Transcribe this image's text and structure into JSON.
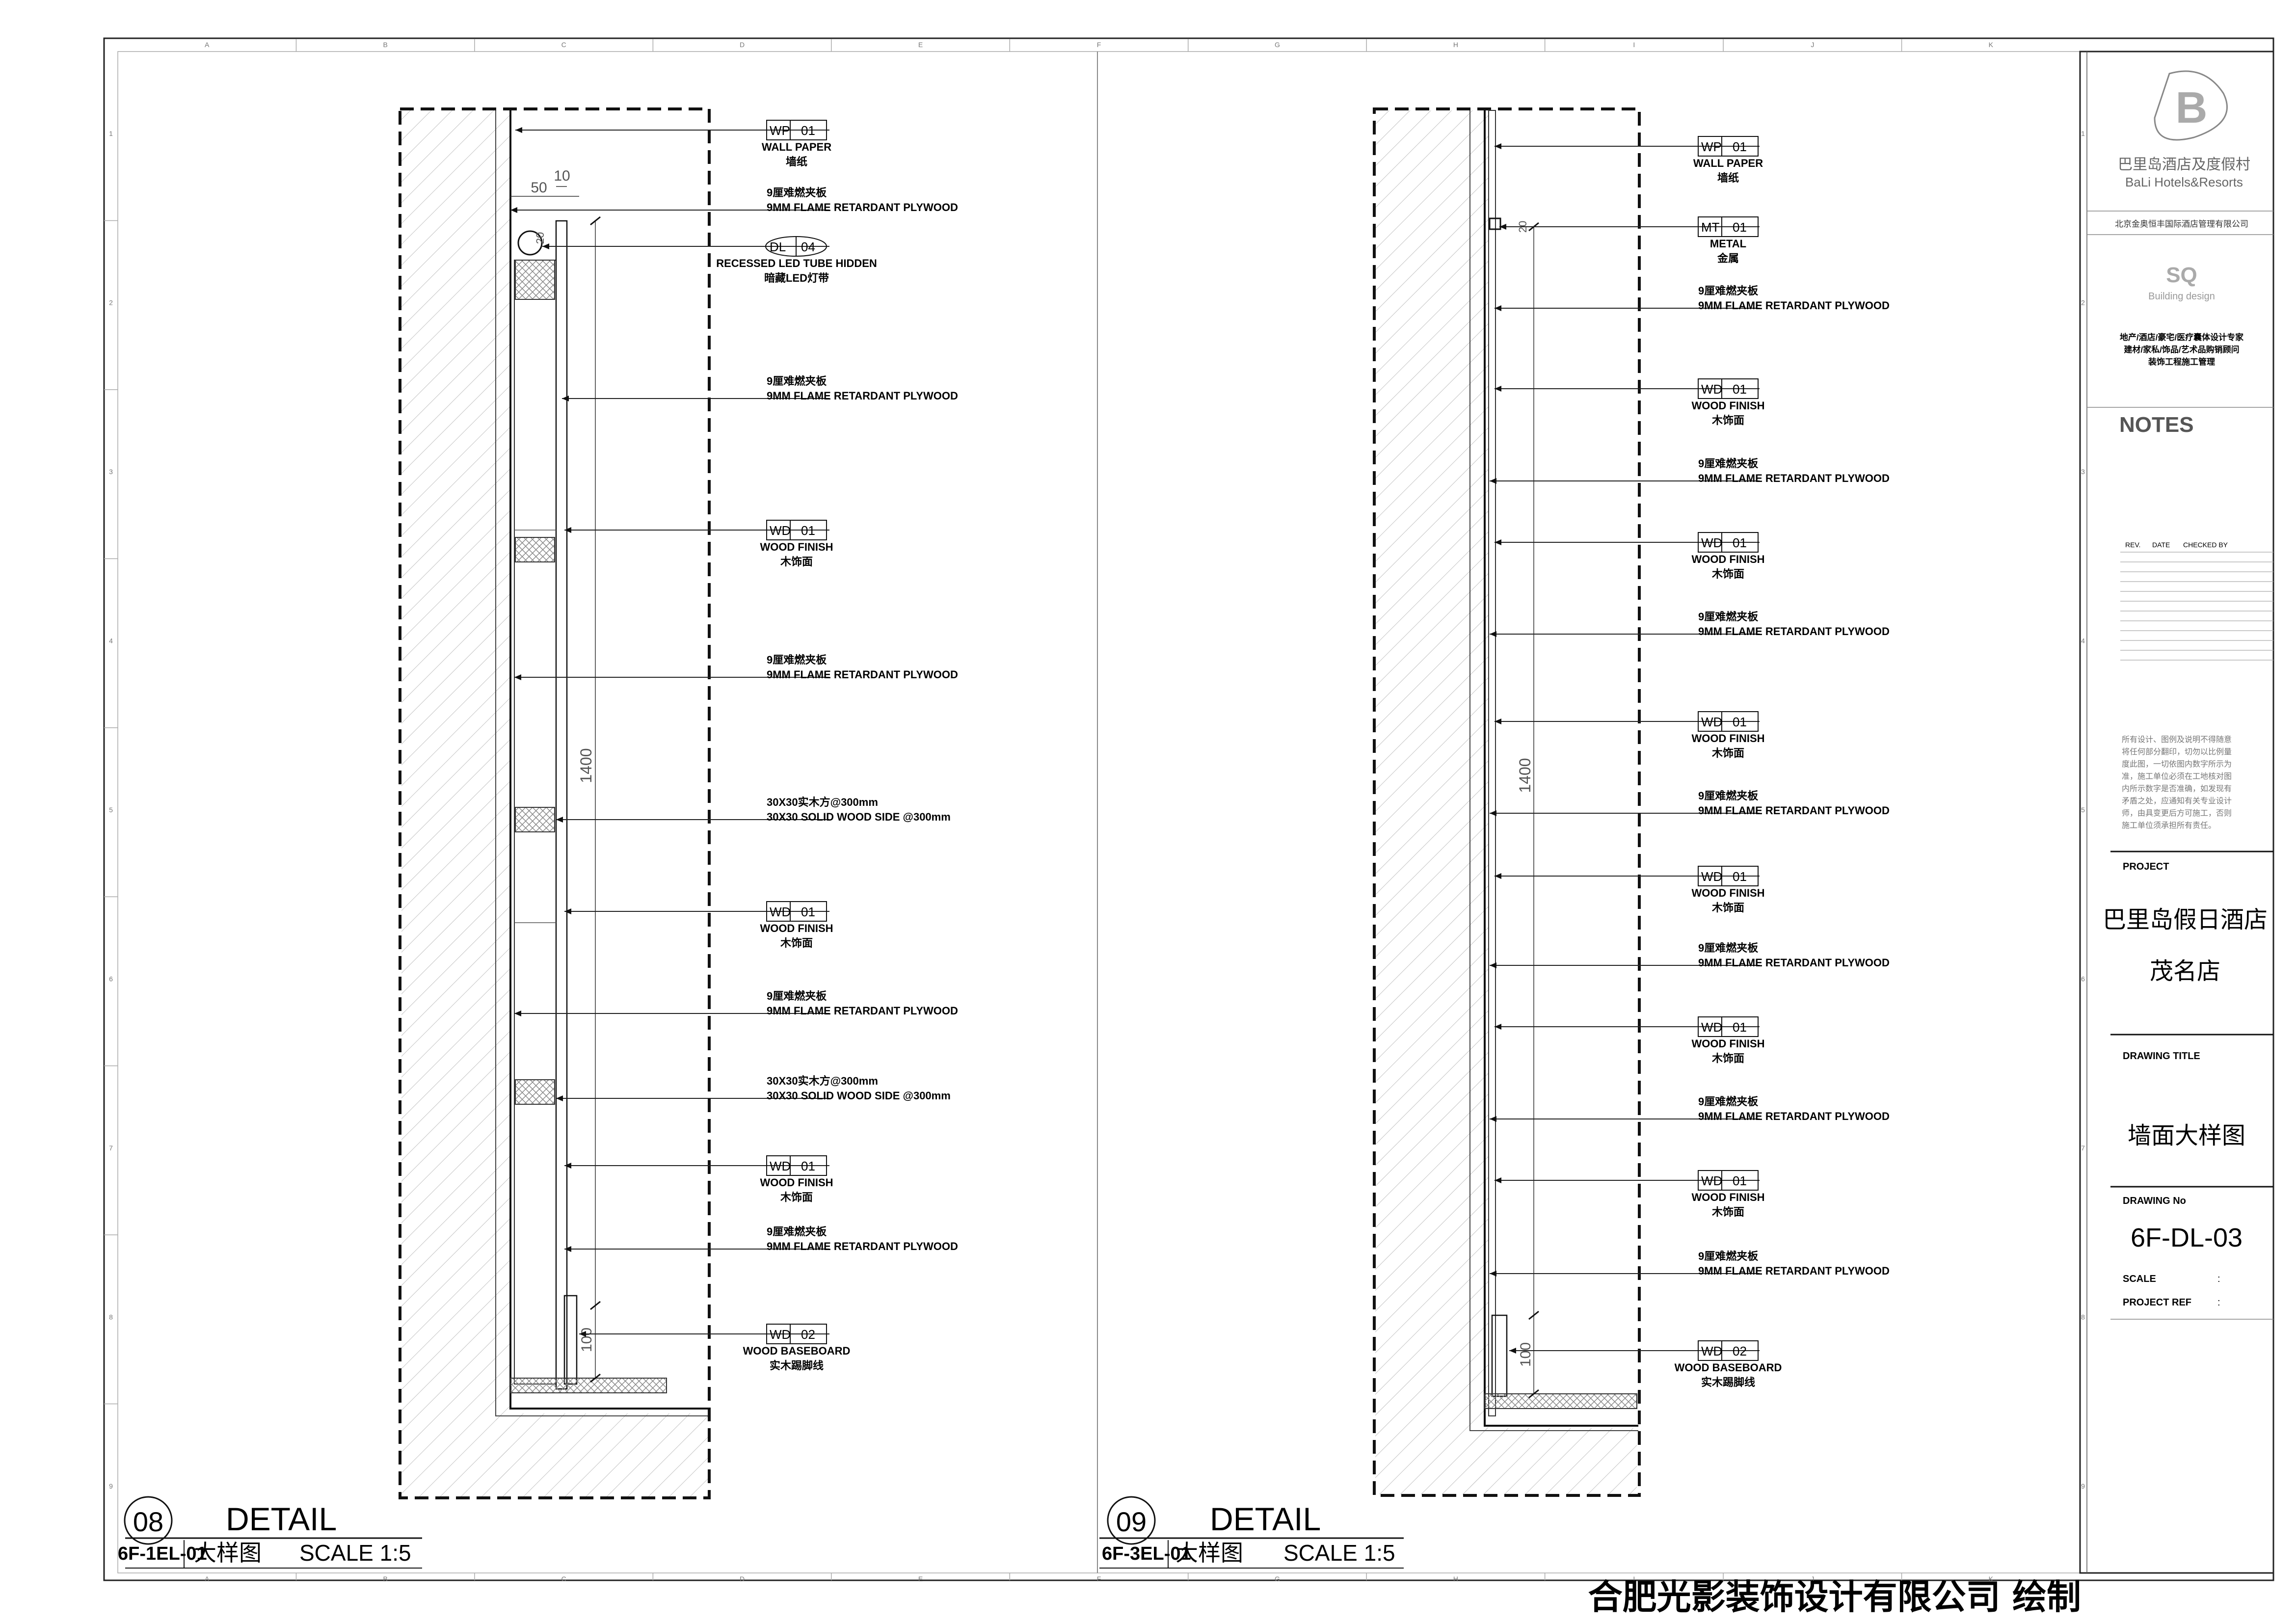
{
  "grid": {
    "columns": [
      "A",
      "B",
      "C",
      "D",
      "E",
      "F",
      "G",
      "H",
      "I",
      "J",
      "K"
    ],
    "rows": [
      "1",
      "2",
      "3",
      "4",
      "5",
      "6",
      "7",
      "8",
      "9"
    ]
  },
  "details": [
    {
      "number": "08",
      "title": "DETAIL",
      "ref": "6F-1EL-01",
      "subtitle": "大样图",
      "scale": "SCALE 1:5",
      "dims": {
        "d50": "50",
        "d10": "10",
        "d20": "20",
        "d1400": "1400",
        "d100": "100"
      },
      "callouts": [
        {
          "code": "WP",
          "num": "01",
          "en": "WALL PAPER",
          "cn": "墙纸"
        },
        {
          "code": "",
          "num": "",
          "en": "9MM FLAME RETARDANT PLYWOOD",
          "cn": "9厘难燃夹板"
        },
        {
          "code": "DL",
          "num": "04",
          "en": "RECESSED LED TUBE HIDDEN",
          "cn": "暗藏LED灯带"
        },
        {
          "code": "",
          "num": "",
          "en": "9MM FLAME RETARDANT PLYWOOD",
          "cn": "9厘难燃夹板"
        },
        {
          "code": "WD",
          "num": "01",
          "en": "WOOD FINISH",
          "cn": "木饰面"
        },
        {
          "code": "",
          "num": "",
          "en": "9MM FLAME RETARDANT PLYWOOD",
          "cn": "9厘难燃夹板"
        },
        {
          "code": "",
          "num": "",
          "en": "30X30 SOLID WOOD SIDE @300mm",
          "cn": "30X30实木方@300mm"
        },
        {
          "code": "WD",
          "num": "01",
          "en": "WOOD FINISH",
          "cn": "木饰面"
        },
        {
          "code": "",
          "num": "",
          "en": "9MM FLAME RETARDANT PLYWOOD",
          "cn": "9厘难燃夹板"
        },
        {
          "code": "",
          "num": "",
          "en": "30X30 SOLID WOOD SIDE @300mm",
          "cn": "30X30实木方@300mm"
        },
        {
          "code": "WD",
          "num": "01",
          "en": "WOOD FINISH",
          "cn": "木饰面"
        },
        {
          "code": "",
          "num": "",
          "en": "9MM FLAME RETARDANT PLYWOOD",
          "cn": "9厘难燃夹板"
        },
        {
          "code": "WD",
          "num": "02",
          "en": "WOOD BASEBOARD",
          "cn": "实木踢脚线"
        }
      ]
    },
    {
      "number": "09",
      "title": "DETAIL",
      "ref": "6F-3EL-01",
      "subtitle": "大样图",
      "scale": "SCALE 1:5",
      "dims": {
        "d20": "20",
        "d1400": "1400",
        "d100": "100"
      },
      "callouts": [
        {
          "code": "WP",
          "num": "01",
          "en": "WALL PAPER",
          "cn": "墙纸"
        },
        {
          "code": "MT",
          "num": "01",
          "en": "METAL",
          "cn": "金属"
        },
        {
          "code": "",
          "num": "",
          "en": "9MM FLAME RETARDANT PLYWOOD",
          "cn": "9厘难燃夹板"
        },
        {
          "code": "WD",
          "num": "01",
          "en": "WOOD FINISH",
          "cn": "木饰面"
        },
        {
          "code": "",
          "num": "",
          "en": "9MM FLAME RETARDANT PLYWOOD",
          "cn": "9厘难燃夹板"
        },
        {
          "code": "WD",
          "num": "01",
          "en": "WOOD FINISH",
          "cn": "木饰面"
        },
        {
          "code": "",
          "num": "",
          "en": "9MM FLAME RETARDANT PLYWOOD",
          "cn": "9厘难燃夹板"
        },
        {
          "code": "WD",
          "num": "01",
          "en": "WOOD FINISH",
          "cn": "木饰面"
        },
        {
          "code": "",
          "num": "",
          "en": "9MM FLAME RETARDANT PLYWOOD",
          "cn": "9厘难燃夹板"
        },
        {
          "code": "WD",
          "num": "01",
          "en": "WOOD FINISH",
          "cn": "木饰面"
        },
        {
          "code": "",
          "num": "",
          "en": "9MM FLAME RETARDANT PLYWOOD",
          "cn": "9厘难燃夹板"
        },
        {
          "code": "WD",
          "num": "01",
          "en": "WOOD FINISH",
          "cn": "木饰面"
        },
        {
          "code": "",
          "num": "",
          "en": "9MM FLAME RETARDANT PLYWOOD",
          "cn": "9厘难燃夹板"
        },
        {
          "code": "WD",
          "num": "01",
          "en": "WOOD FINISH",
          "cn": "木饰面"
        },
        {
          "code": "",
          "num": "",
          "en": "9MM FLAME RETARDANT PLYWOOD",
          "cn": "9厘难燃夹板"
        },
        {
          "code": "WD",
          "num": "02",
          "en": "WOOD BASEBOARD",
          "cn": "实木踢脚线"
        }
      ]
    }
  ],
  "titleblock": {
    "logo_cn": "巴里岛酒店及度假村",
    "logo_en": "BaLi Hotels&Resorts",
    "company_cn": "北京金奥恒丰国际酒店管理有限公司",
    "design_logo": "SQ",
    "design_en": "Building design",
    "design_lines": [
      "地产/酒店/豪宅/医疗囊体设计专家",
      "建材/家私/饰品/艺术品购销顾问",
      "装饰工程施工管理"
    ],
    "notes_label": "NOTES",
    "rev_headers": [
      "REV.",
      "DATE",
      "CHECKED BY"
    ],
    "disclaimer": [
      "所有设计、图例及说明不得随意",
      "将任何部分翻印，切勿以比例量",
      "度此图，一切依图内数字所示为",
      "准，施工单位必须在工地核对图",
      "内所示数字是否准确，如发现有",
      "矛盾之处，应通知有关专业设计",
      "师，由具变更后方可施工，否则",
      "施工单位须承担所有责任。"
    ],
    "project_label": "PROJECT",
    "project_name": [
      "巴里岛假日酒店",
      "茂名店"
    ],
    "drawing_title_label": "DRAWING  TITLE",
    "drawing_title": "墙面大样图",
    "drawing_no_label": "DRAWING  No",
    "drawing_no": "6F-DL-03",
    "scale_label": "SCALE",
    "project_ref_label": "PROJECT REF",
    "colon": ":"
  },
  "footer": "合肥光影装饰设计有限公司 绘制"
}
